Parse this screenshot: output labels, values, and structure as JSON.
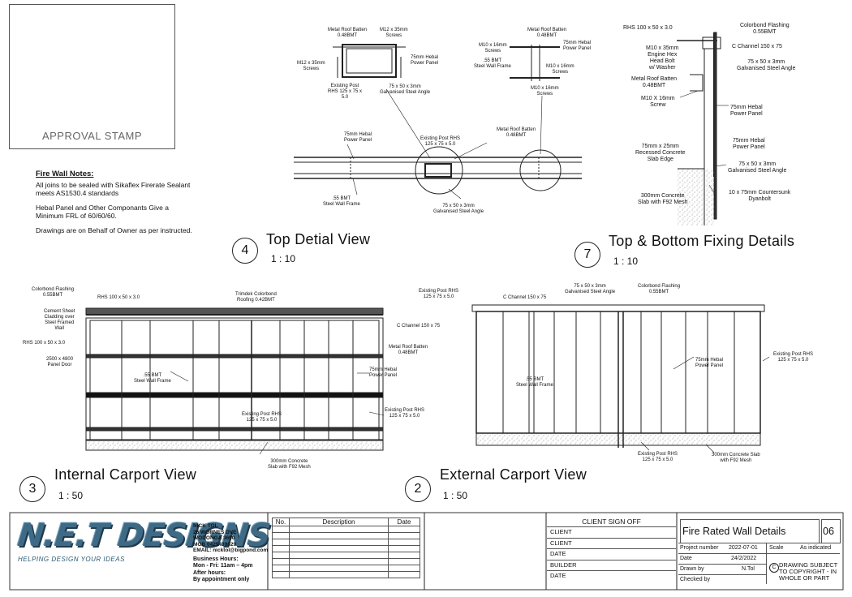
{
  "stamp": "APPROVAL STAMP",
  "notes": {
    "heading": "Fire Wall Notes:",
    "lines": [
      "All joins to be sealed with Sikaflex Firerate Sealant\nmeets AS1530.4 standards",
      "Hebal Panel and Other Componants Give a\nMinimum FRL of 60/60/60.",
      "Drawings are on Behalf of Owner as per instructed."
    ]
  },
  "views": {
    "top": {
      "number": "4",
      "title": "Top Detial View",
      "scale": "1 : 10"
    },
    "fixing": {
      "number": "7",
      "title": "Top & Bottom Fixing Details",
      "scale": "1 : 10"
    },
    "internal": {
      "number": "3",
      "title": "Internal Carport View",
      "scale": "1 : 50"
    },
    "external": {
      "number": "2",
      "title": "External Carport View",
      "scale": "1 : 50"
    }
  },
  "labels": {
    "top_a": {
      "batten": "Metal Roof Batten\n0.48BMT",
      "screws1": "M12 x 35mm\nScrews",
      "screws2": "M12 x 35mm\nScrews",
      "panel": "75mm Hebal\nPower Panel",
      "post": "Existing Post\nRHS 125 x 75 x\n5.0",
      "angle": "75 x 50 x 3mm\nGalvanised Steel Angle"
    },
    "top_b": {
      "batten": "Metal Roof Batten\n0.48BMT",
      "screws1": "M10 x 16mm\nScrews",
      "panel": "75mm Hebal\nPower Panel",
      "frame": ".55 BMT\nSteel Wall Frame",
      "screws2": "M10 x 16mm\nScrews",
      "screws3": "M10 x 16mm\nScrews"
    },
    "top_plan": {
      "panel": "75mm Hebal\nPower Panel",
      "post": "Existing Post RHS\n125 x 75 x 5.0",
      "batten": "Metal Roof Batten\n0.48BMT",
      "frame": ".55 BMT\nSteel Wall Frame",
      "angle": "75 x 50 x 3mm\nGalvanised Steel Angle"
    },
    "fixing": {
      "rhs": "RHS 100 x 50 x 3.0",
      "flashing": "Colorbond Flashing\n0.55BMT",
      "bolt": "M10 x 35mm\nEngine Hex\nHead Bolt\nw/ Washer",
      "channel": "C Channel 150 x 75",
      "angle1": "75 x 50 x 3mm\nGalvanised Steel Angle",
      "batten": "Metal Roof Batten\n0.48BMT",
      "screw": "M10 X 16mm\nScrew",
      "panel1": "75mm Hebal\nPower Panel",
      "recessed": "75mm x 25mm\nRecessed Concrete\nSlab Edge",
      "panel2": "75mm Hebal\nPower Panel",
      "angle2": "75 x 50 x 3mm\nGalvanised Steel Angle",
      "slab": "300mm Concrete\nSlab with F92 Mesh",
      "dyna": "10 x 75mm Countersunk\nDyanbolt"
    },
    "internal": {
      "flashing": "Colorbond Flashing\n0.55BMT",
      "rhs_top": "RHS 100 x 50 x 3.0",
      "trimdek": "Trimdek Colorbond\nRoofing 0.42BMT",
      "cement": "Cement Sheet\nCladding over\nSteel Framed\nWall",
      "channel": "C Channel 150 x 75",
      "rhs_side": "RHS 100 x 50 x 3.0",
      "batten": "Metal Roof Batten\n0.48BMT",
      "door": "2500 x 4800\nPanel Door",
      "frame": ".55 BMT\nSteel Wall Frame",
      "panel": "75mm Hebal\nPower Panel",
      "post1": "Existing Post RHS\n125 x 75 x 5.0",
      "post2": "Existing Post RHS\n125 x 75 x 5.0",
      "slab": "300mm Concrete\nSlab with F92 Mesh"
    },
    "external": {
      "post_tl": "Existing Post RHS\n125 x 75 x 5.0",
      "channel": "C Channel 150 x 75",
      "angle": "75 x 50 x 3mm\nGalvanised Steel Angle",
      "flashing": "Colorbond Flashing\n0.55BMT",
      "frame": ".55 BMT\nSteel Wall Frame",
      "panel": "75mm Hebal\nPower Panel",
      "post_r": "Existing Post RHS\n125 x 75 x 5.0",
      "post_b": "Existing Post RHS\n125 x 75 x 5.0",
      "slab": "300mm Concrete Slab\nwith F92 Mesh"
    }
  },
  "company": {
    "logo": "N.E.T DESIGNS",
    "tagline": "HELPING DESIGN YOUR IDEAS",
    "contact": "NICK TOL\n26 WORNES DVE\nWODONGA 3690\nMOB 0425439629\nEMAIL: nicktol@bigpond.com",
    "hours": "Business Hours:\nMon - Fri: 11am – 4pm\nAfter hours:\nBy appointment only"
  },
  "revisions": {
    "headers": [
      "No.",
      "Description",
      "Date"
    ],
    "empty_rows": 8
  },
  "signoff": {
    "title": "CLIENT SIGN OFF",
    "rows": [
      "CLIENT",
      "CLIENT",
      "DATE",
      "BUILDER",
      "DATE"
    ]
  },
  "titleblock": {
    "sheet_title": "Fire Rated Wall Details",
    "sheet_no": "06",
    "project_number_label": "Project number",
    "project_number": "2022-07-01",
    "scale_label": "Scale",
    "scale": "As indicated",
    "date_label": "Date",
    "date": "24/2/2022",
    "drawn_by_label": "Drawn by",
    "drawn_by": "N.Tol",
    "checked_by_label": "Checked by",
    "checked_by": "",
    "copyright_symbol": "C",
    "copyright": "DRAWING SUBJECT\nTO COPYRIGHT - IN\nWHOLE OR PART"
  }
}
